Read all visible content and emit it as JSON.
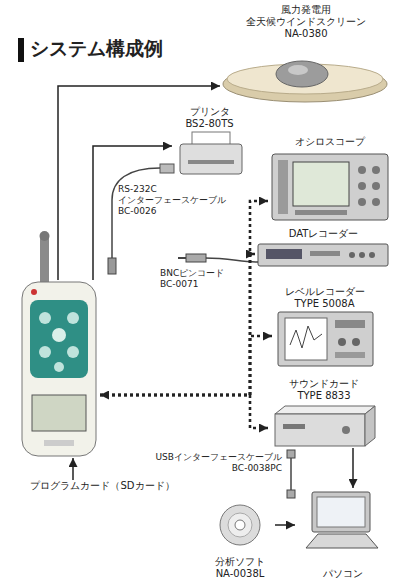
{
  "diagram": {
    "title": "システム構成例",
    "nodes": [
      {
        "text": [
          "風力発電用 全天候ウインドスクリーン NA-0380"
        ]
      },
      {
        "text": [
          "プリンタ BS2-80TS"
        ]
      },
      {
        "text": [
          "オシロスコープ"
        ]
      },
      {
        "text": [
          "DATレコーダー"
        ]
      },
      {
        "text": []
      },
      {
        "text": [
          "レベルレコーダー TYPE 5008A"
        ]
      },
      {
        "text": [
          "サウンドカード TYPE 8833"
        ]
      },
      {
        "text": [
          "プログラムカード（SDカード）"
        ]
      },
      {
        "text": [
          "分析ソフト NA-0038L"
        ]
      },
      {
        "text": [
          "パソコン"
        ]
      }
    ],
    "edges": [
      {
        "from": 4,
        "to": 0,
        "arrow": "to"
      },
      {
        "from": 4,
        "to": 1,
        "arrow": "to"
      },
      {
        "from": 4,
        "to": 2,
        "arrow": "to"
      },
      {
        "from": 4,
        "to": 3,
        "arrow": "to"
      },
      {
        "from": 4,
        "to": 5,
        "arrow": "to"
      },
      {
        "from": 4,
        "to": 6,
        "arrow": "both"
      },
      {
        "from": 6,
        "to": 9,
        "arrow": "to"
      },
      {
        "from": 8,
        "to": 9,
        "arrow": "to"
      },
      {
        "from": 7,
        "to": 4,
        "arrow": "to"
      }
    ],
    "labels": [
      "RS-232C インターフェースケーブル BC-0026",
      "BNCピンコード BC-0071",
      "USBインターフェースケーブル BC-0038PC"
    ]
  }
}
